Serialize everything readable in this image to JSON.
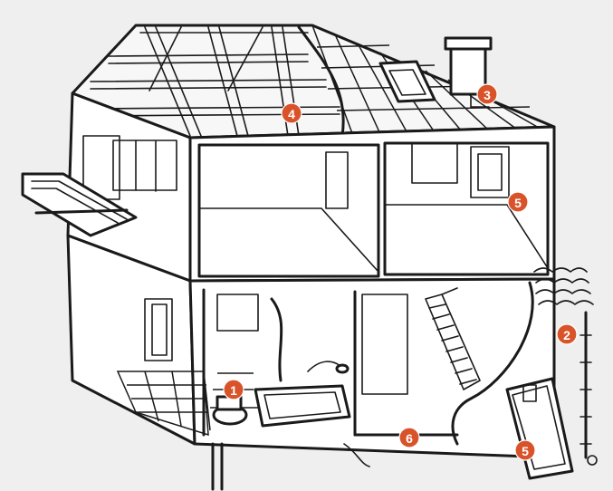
{
  "colors": {
    "background": "#efefef",
    "line": "#1a1a1a",
    "marker": "#d9532a",
    "marker_text": "#ffffff"
  },
  "markers": [
    {
      "id": "m1",
      "label": "1"
    },
    {
      "id": "m2",
      "label": "2"
    },
    {
      "id": "m3",
      "label": "3"
    },
    {
      "id": "m4",
      "label": "4"
    },
    {
      "id": "m5a",
      "label": "5"
    },
    {
      "id": "m5b",
      "label": "5"
    },
    {
      "id": "m6",
      "label": "6"
    }
  ]
}
